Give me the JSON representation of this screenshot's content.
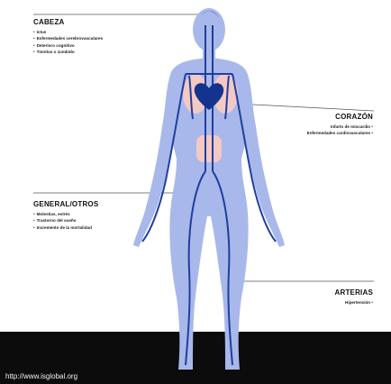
{
  "colors": {
    "body_fill": "#a9b8ea",
    "body_dark": "#8d9fdf",
    "vessel": "#1e3f9e",
    "heart": "#13338f",
    "organ": "#f3c9c4",
    "head_top": "#2c50b4",
    "footer_bg": "#0c0c0c"
  },
  "sections": {
    "cabeza": {
      "title": "CABEZA",
      "items": [
        "Ictus",
        "Enfermedades cerebrovasculares",
        "Deterioro cognitivo",
        "Tinnitus o zumbido"
      ]
    },
    "general": {
      "title": "GENERAL/OTROS",
      "items": [
        "Molestias, estrés",
        "Trastorno del sueño",
        "Incremento de la mortalidad"
      ]
    },
    "corazon": {
      "title": "CORAZÓN",
      "items": [
        "Infarto de miocardio",
        "Enfermedades cardiovasculares"
      ]
    },
    "arterias": {
      "title": "ARTERIAS",
      "items": [
        "Hipertensión"
      ]
    }
  },
  "footer": {
    "source": "http://www.isglobal.org"
  },
  "icons": [
    "heart-icon",
    "brain-icon",
    "lung-icon",
    "kidney-icon"
  ]
}
